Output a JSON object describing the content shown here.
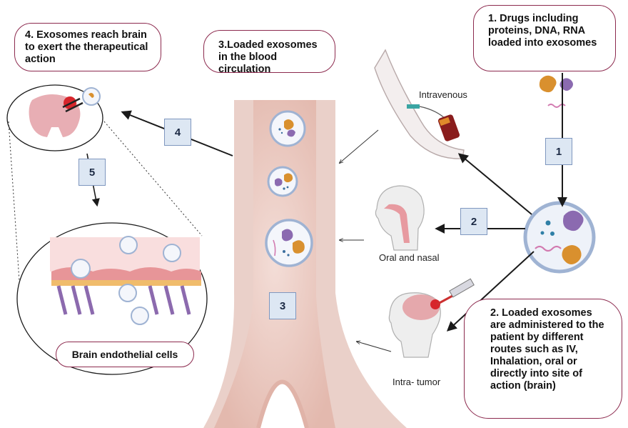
{
  "callouts": {
    "step1": "1.  Drugs including proteins, DNA, RNA loaded into exosomes",
    "step2": "2. Loaded exosomes are administered to the patient by different routes such as IV, Inhalation, oral or directly into site of action (brain)",
    "step3": "3.Loaded exosomes in the blood circulation",
    "step4": "4. Exosomes reach brain to exert the therapeutical action"
  },
  "step_numbers": {
    "s1": "1",
    "s2": "2",
    "s3": "3",
    "s4": "4",
    "s5": "5"
  },
  "routes": {
    "intravenous": "Intravenous",
    "oral_nasal": "Oral and nasal",
    "intra_tumor": "Intra- tumor"
  },
  "brain_endothelial_label": "Brain endothelial cells",
  "colors": {
    "callout_border": "#8c2a4e",
    "step_box_fill": "#dde7f3",
    "step_box_border": "#7f97bf",
    "vessel": "#e9c9c1",
    "exosome_ring": "#9fb3d3",
    "protein_orange": "#d9902e",
    "protein_purple": "#8b6ab0",
    "rna_pink": "#d27ab0"
  }
}
